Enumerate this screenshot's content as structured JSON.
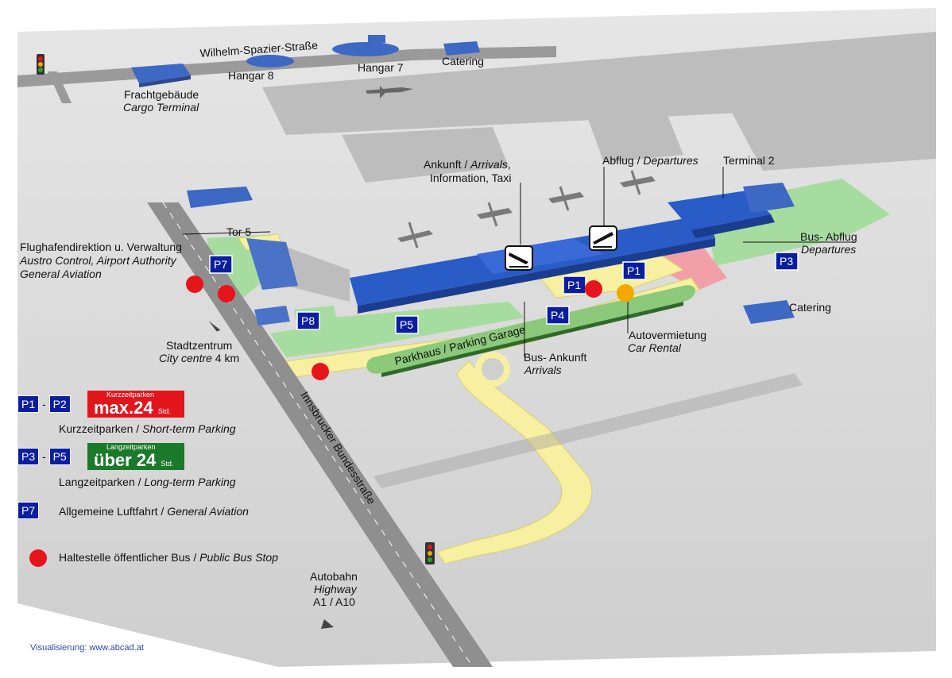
{
  "map": {
    "roads": {
      "wilhelm": "Wilhelm-Spazier-Straße",
      "innsbrucker": "Innsbrucker Bundesstraße"
    },
    "buildings": {
      "hangar8": "Hangar 8",
      "hangar7": "Hangar 7",
      "catering_top": "Catering",
      "cargo_de": "Frachtgebäude",
      "cargo_en": "Cargo Terminal",
      "terminal2": "Terminal 2",
      "tor5": "Tor 5",
      "catering_right": "Catering",
      "parkhaus": "Parkhaus / Parking Garage"
    },
    "arrivals": {
      "de": "Ankunft / ",
      "en": "Arrivals",
      "comma": ",",
      "line2": "Information, Taxi"
    },
    "departures": {
      "de": "Abflug / ",
      "en": "Departures"
    },
    "bus_departure": {
      "de": "Bus- Abflug",
      "en": "Departures"
    },
    "bus_arrival": {
      "de": "Bus- Ankunft",
      "en": "Arrivals"
    },
    "car_rental": {
      "de": "Autovermietung",
      "en": "Car Rental"
    },
    "authority": {
      "line1": "Flughafendirektion u. Verwaltung",
      "line2": "Austro Control, Airport Authority",
      "line3": "General Aviation"
    },
    "city": {
      "de": "Stadtzentrum",
      "en": "City centre",
      "dist": " 4 km"
    },
    "highway": {
      "de": "Autobahn",
      "en": "Highway",
      "route": "A1 / A10"
    },
    "parking_labels": {
      "p1a": "P1",
      "p1b": "P1",
      "p3": "P3",
      "p4": "P4",
      "p5": "P5",
      "p7": "P7",
      "p8": "P8"
    },
    "colors": {
      "terminal_blue": "#2a5cc8",
      "parking_box": "#0a1ea0",
      "bus_stop": "#e8141b",
      "car_rental": "#f5a800",
      "road_yellow": "#f7f0a0",
      "green_area": "#a7dca0",
      "pink_area": "#f2a0a8"
    },
    "icons": [
      "traffic-light-icon",
      "arrival-plane-icon",
      "departure-plane-icon",
      "airplane-icon",
      "arrow-icon"
    ]
  },
  "legend": {
    "short": {
      "p_from": "P1",
      "dash": "-",
      "p_to": "P2",
      "badge_small": "Kurzzeitparken",
      "badge_big": "max.24",
      "badge_std": "Std.",
      "text_de": "Kurzzeitparken / ",
      "text_en": "Short-term Parking"
    },
    "long": {
      "p_from": "P3",
      "dash": "-",
      "p_to": "P5",
      "badge_small": "Langzeitparken",
      "badge_big": "über 24",
      "badge_std": "Std.",
      "text_de": "Langzeitparken / ",
      "text_en": "Long-term Parking"
    },
    "ga": {
      "p": "P7",
      "text_de": "Allgemeine Luftfahrt / ",
      "text_en": "General Aviation"
    },
    "bus": {
      "text_de": "Haltestelle öffentlicher Bus / ",
      "text_en": "Public Bus Stop"
    }
  },
  "credit": "Visualisierung: www.abcad.at"
}
